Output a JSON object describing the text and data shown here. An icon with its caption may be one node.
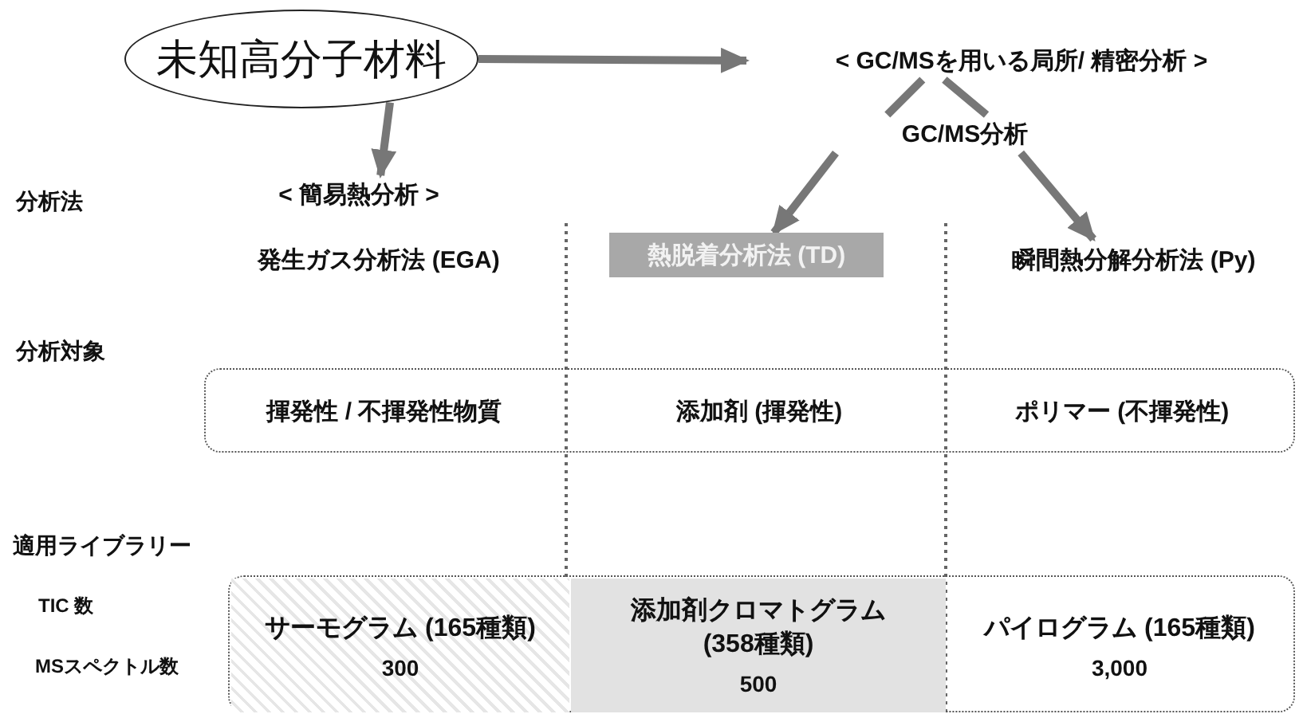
{
  "diagram": {
    "nodes": [
      {
        "text": [
          "未知高分子材料"
        ]
      },
      {
        "text": [
          "< GC/MSを用いる局所/ 精密分析 >"
        ]
      },
      {
        "text": [
          "< 簡易熱分析 >"
        ]
      },
      {
        "text": [
          "GC/MS分析"
        ]
      },
      {
        "text": [
          "発生ガス分析法 (EGA)"
        ]
      },
      {
        "text": [
          "熱脱着分析法 (TD)"
        ]
      },
      {
        "text": [
          "瞬間熱分解分析法 (Py)"
        ]
      },
      {
        "text": [],
        "shape": "box"
      },
      {
        "text": [
          "揮発性 / 不揮発性物質"
        ],
        "in": 7
      },
      {
        "text": [
          "添加剤 (揮発性)"
        ],
        "in": 7
      },
      {
        "text": [
          "ポリマー (不揮発性)"
        ],
        "in": 7
      },
      {
        "text": [],
        "shape": "box"
      },
      {
        "text": [
          "サーモグラム (165種類)",
          "300"
        ],
        "in": 11
      },
      {
        "text": [
          "添加剤クロマトグラム (358種類)",
          "500"
        ],
        "in": 11
      },
      {
        "text": [
          "パイログラム (165種類)",
          "3,000"
        ],
        "in": 11
      }
    ],
    "edges": [
      {
        "from": 0,
        "to": 1,
        "arrow": "to"
      },
      {
        "from": 0,
        "to": 2,
        "arrow": "to"
      },
      {
        "from": 1,
        "to": 3,
        "arrow": "none"
      },
      {
        "from": 1,
        "to": 3,
        "arrow": "none"
      },
      {
        "from": 3,
        "to": 5,
        "arrow": "to"
      },
      {
        "from": 3,
        "to": 6,
        "arrow": "to"
      }
    ],
    "labels": [
      "分析法",
      "分析対象",
      "適用ライブラリー",
      "TIC 数",
      "MSスペクトル数"
    ]
  }
}
